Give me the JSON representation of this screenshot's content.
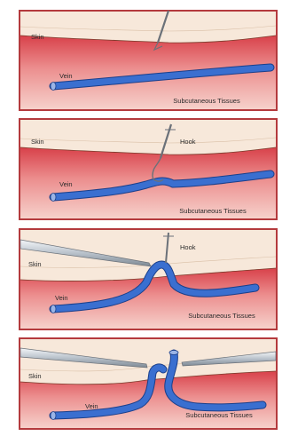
{
  "panels": [
    {
      "skin_label": "Skin",
      "vein_label": "Vein",
      "tissue_label": "Subcutaneous Tissues",
      "tool_label": ""
    },
    {
      "skin_label": "Skin",
      "vein_label": "Vein",
      "tissue_label": "Subcutaneous Tissues",
      "tool_label": "Hook"
    },
    {
      "skin_label": "Skin",
      "vein_label": "Vein",
      "tissue_label": "Subcutaneous Tissues",
      "tool_label": "Hook"
    },
    {
      "skin_label": "Skin",
      "vein_label": "Vein",
      "tissue_label": "Subcutaneous Tissues",
      "tool_label": ""
    }
  ],
  "colors": {
    "border": "#b43a3d",
    "skin_top": "#f6e7d8",
    "tissue_red": "#d8414a",
    "tissue_pink": "#f2b2ae",
    "vein": "#2f63c4",
    "vein_dark": "#1b3f8a",
    "tool": "#c8cfd6"
  }
}
